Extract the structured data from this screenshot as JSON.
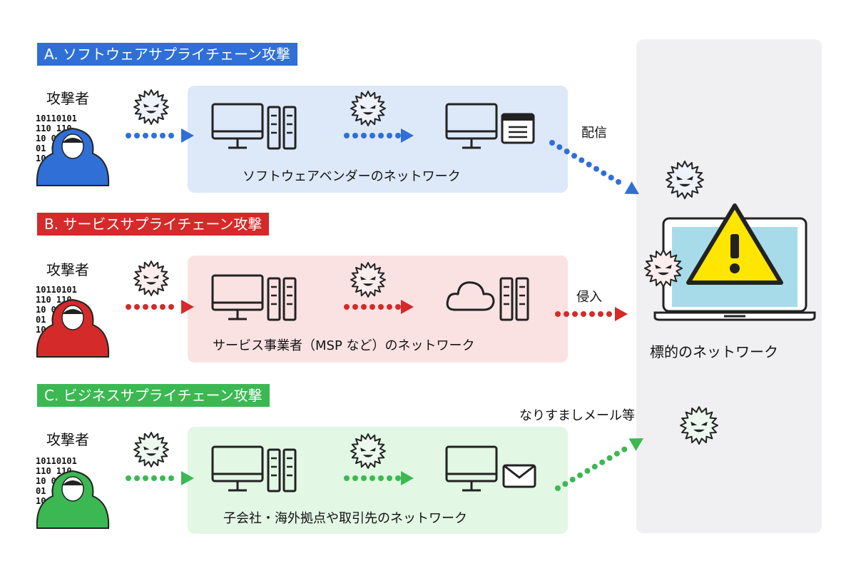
{
  "rows": [
    {
      "band_title": "A. ソフトウェアサプライチェーン攻撃",
      "band_color": "#2f6fd6",
      "attacker_label": "攻撃者",
      "attacker_color": "#2f6fd6",
      "arrow_color": "#2f6fd6",
      "network_label": "ソフトウェアベンダーのネットワーク",
      "network_fill": "#dde8f8",
      "device_icon": "window-icon",
      "action_label": "配信"
    },
    {
      "band_title": "B. サービスサプライチェーン攻撃",
      "band_color": "#d42a2a",
      "attacker_label": "攻撃者",
      "attacker_color": "#d42a2a",
      "arrow_color": "#d42a2a",
      "network_label": "サービス事業者（MSP など）のネットワーク",
      "network_fill": "#fbe2e2",
      "device_icon": "cloud-icon",
      "action_label": "侵入"
    },
    {
      "band_title": "C. ビジネスサプライチェーン攻撃",
      "band_color": "#3cb853",
      "attacker_label": "攻撃者",
      "attacker_color": "#3cb853",
      "arrow_color": "#3cb853",
      "network_label": "子会社・海外拠点や取引先のネットワーク",
      "network_fill": "#e2f7e4",
      "device_icon": "mail-icon",
      "action_label": "なりすましメール等"
    }
  ],
  "binary_lines": [
    "10110101",
    "110    110",
    "10      01",
    "01      01",
    "10      11"
  ],
  "target": {
    "label": "標的のネットワーク",
    "warning_color": "#ffe600",
    "screen_color": "#a8dbe9"
  }
}
